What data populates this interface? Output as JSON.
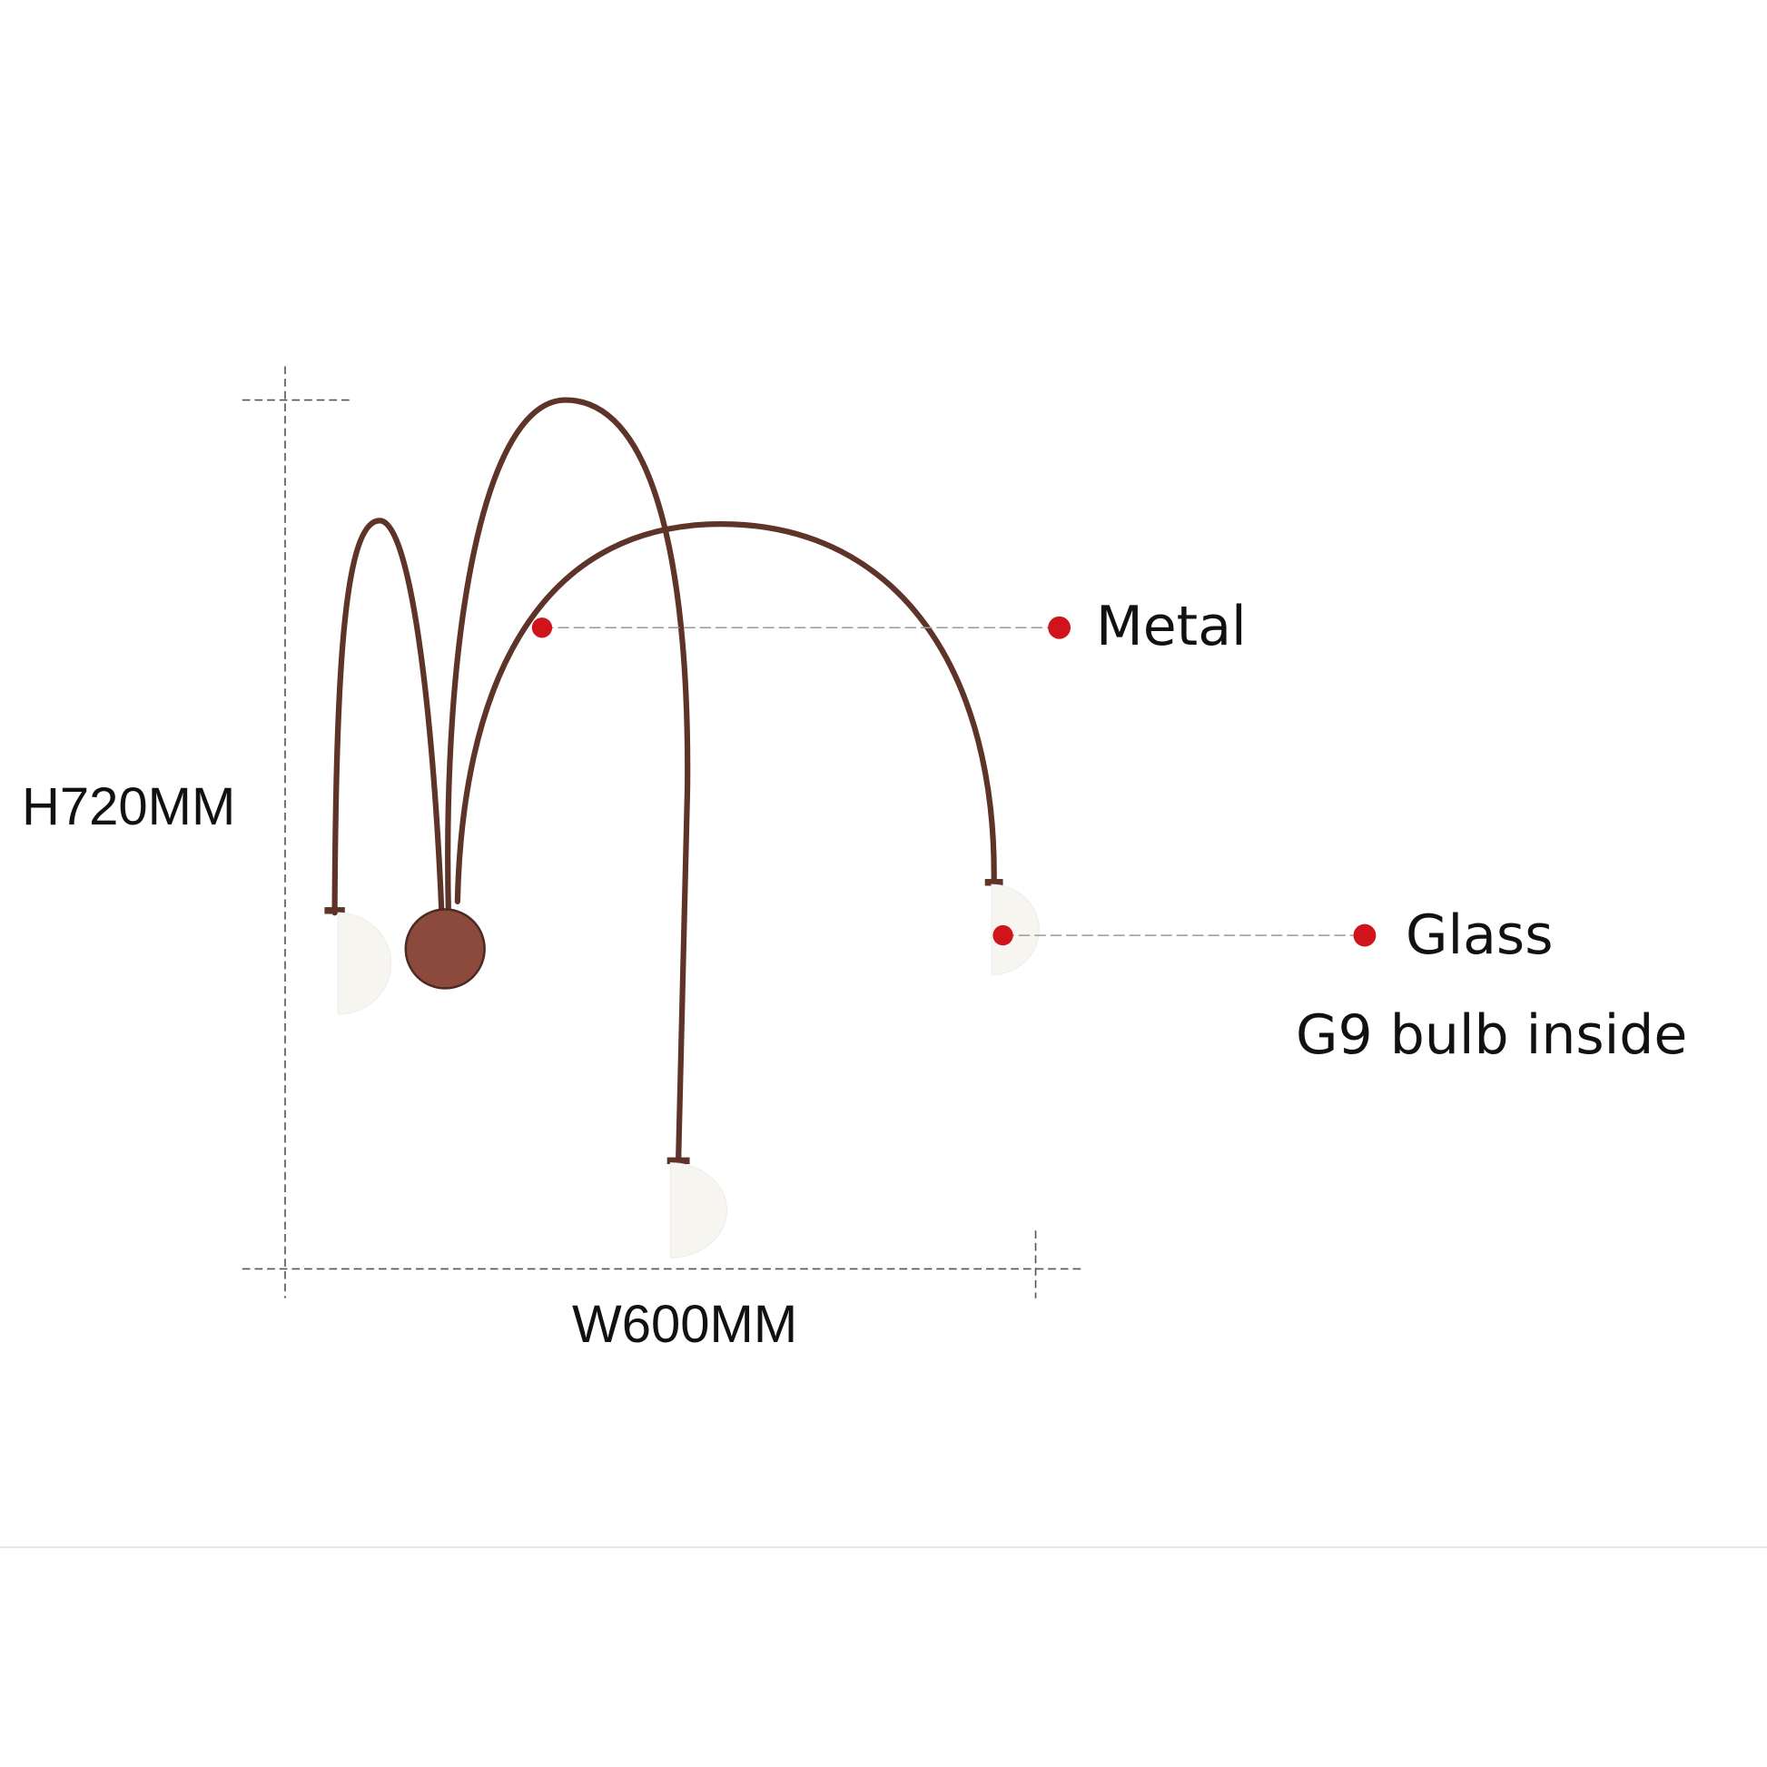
{
  "dimensions": {
    "height": "H720MM",
    "width": "W600MM"
  },
  "callouts": [
    {
      "label": "Metal"
    },
    {
      "label": "Glass",
      "note": "G9 bulb inside"
    }
  ],
  "colors": {
    "metal": "#5e3328",
    "ball": "#8b4a3b",
    "glass": "#f7f5f0",
    "dot": "#d0141c",
    "dash": "#555555"
  }
}
